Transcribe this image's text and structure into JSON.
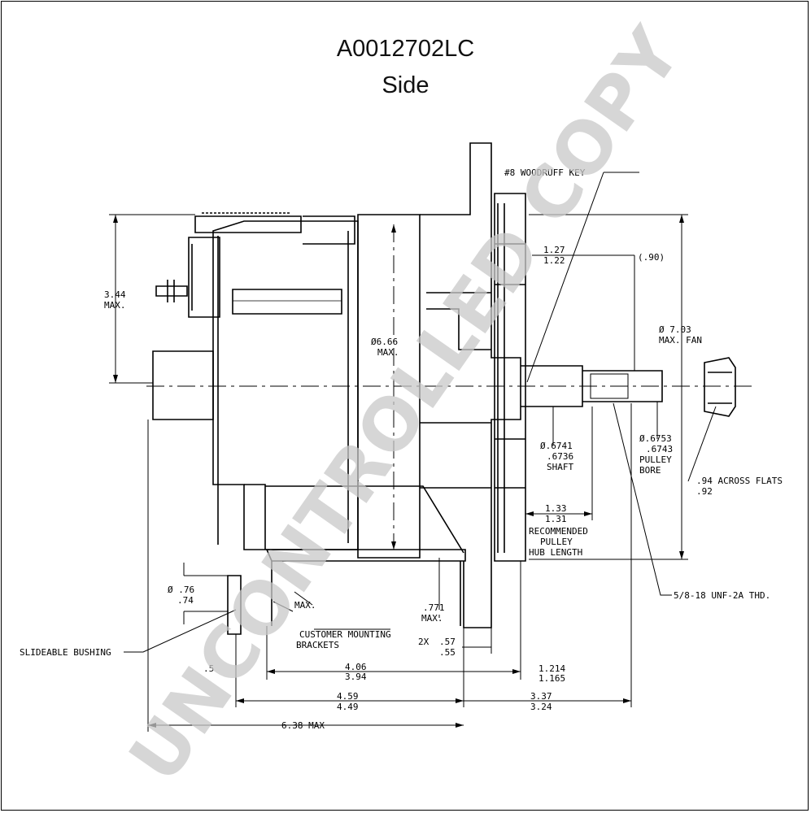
{
  "title": {
    "part_number": "A0012702LC",
    "view": "Side"
  },
  "watermark": "UNCONTROLLED COPY",
  "callouts": {
    "woodruff_key": "#8 WOODRUFF KEY",
    "dim_127": "1.27",
    "dim_122": "1.22",
    "dim_090": "(.90)",
    "dim_344": "3.44",
    "max_left": "MAX.",
    "dim_666": "Ø6.66",
    "max_center": "MAX.",
    "dim_703": "Ø 7.03",
    "max_fan": "MAX. FAN",
    "shaft_1": "Ø.6741",
    "shaft_2": ".6736",
    "shaft_label": "SHAFT",
    "bore_1": "Ø.6753",
    "bore_2": ".6743",
    "bore_label_1": "PULLEY",
    "bore_label_2": "BORE",
    "flats_1": ".94 ACROSS FLATS",
    "flats_2": ".92",
    "hub_1": "1.33",
    "hub_2": "1.31",
    "hub_label_1": "RECOMMENDED",
    "hub_label_2": "PULLEY",
    "hub_label_3": "HUB LENGTH",
    "thread": "5/8-18 UNF-2A THD.",
    "bush_1": "Ø .76",
    "bush_2": ".74",
    "bushing": "SLIDEABLE BUSHING",
    "max_bracket": "MAX.",
    "dim_771": ".771",
    "max_771": "MAX.",
    "bracket_1": "CUSTOMER MOUNTING",
    "bracket_2": "BRACKETS",
    "dim_2x": "2X",
    "dim_057": ".57",
    "dim_055": ".55",
    "dim_406": "4.06",
    "dim_394": "3.94",
    "dim_1214": "1.214",
    "dim_1165": "1.165",
    "dim_5": ".5",
    "dim_459": "4.59",
    "dim_449": "4.49",
    "dim_337": "3.37",
    "dim_324": "3.24",
    "dim_638": "6.38 MAX"
  }
}
